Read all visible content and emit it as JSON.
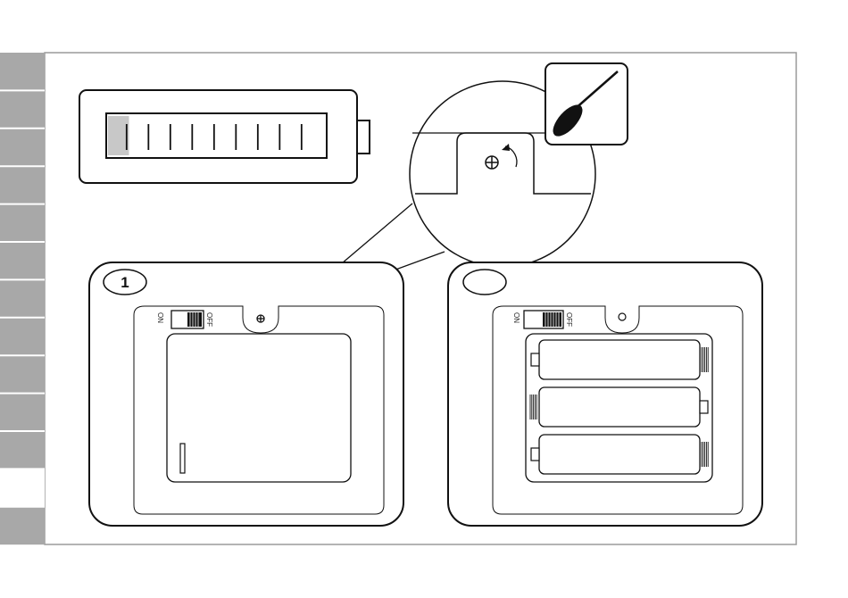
{
  "sidebar": {
    "tabs": [
      {
        "state": "inactive"
      },
      {
        "state": "inactive"
      },
      {
        "state": "inactive"
      },
      {
        "state": "inactive"
      },
      {
        "state": "inactive"
      },
      {
        "state": "inactive"
      },
      {
        "state": "inactive"
      },
      {
        "state": "inactive"
      },
      {
        "state": "inactive"
      },
      {
        "state": "inactive"
      },
      {
        "state": "inactive"
      },
      {
        "state": "active"
      },
      {
        "state": "inactive"
      }
    ],
    "colors": {
      "inactive": "#a8a8a8",
      "active": "#ffffff",
      "separator": "#ffffff"
    }
  },
  "battery_indicator": {
    "segments_total": 10,
    "segments_filled": 1,
    "fill_color": "#c8c8c8"
  },
  "zoom_detail": {
    "tool_icon": "screwdriver-icon",
    "rotation_icon": "rotate-ccw-arrow-icon"
  },
  "panels": [
    {
      "step_number": "1",
      "switch_on_label": "ON",
      "switch_off_label": "OFF",
      "cover": "closed"
    },
    {
      "step_number": "",
      "switch_on_label": "ON",
      "switch_off_label": "OFF",
      "cover": "open",
      "battery_count": 3
    }
  ],
  "colors": {
    "line": "#111111",
    "border": "#9a9a9a",
    "tab_gray": "#a8a8a8"
  }
}
